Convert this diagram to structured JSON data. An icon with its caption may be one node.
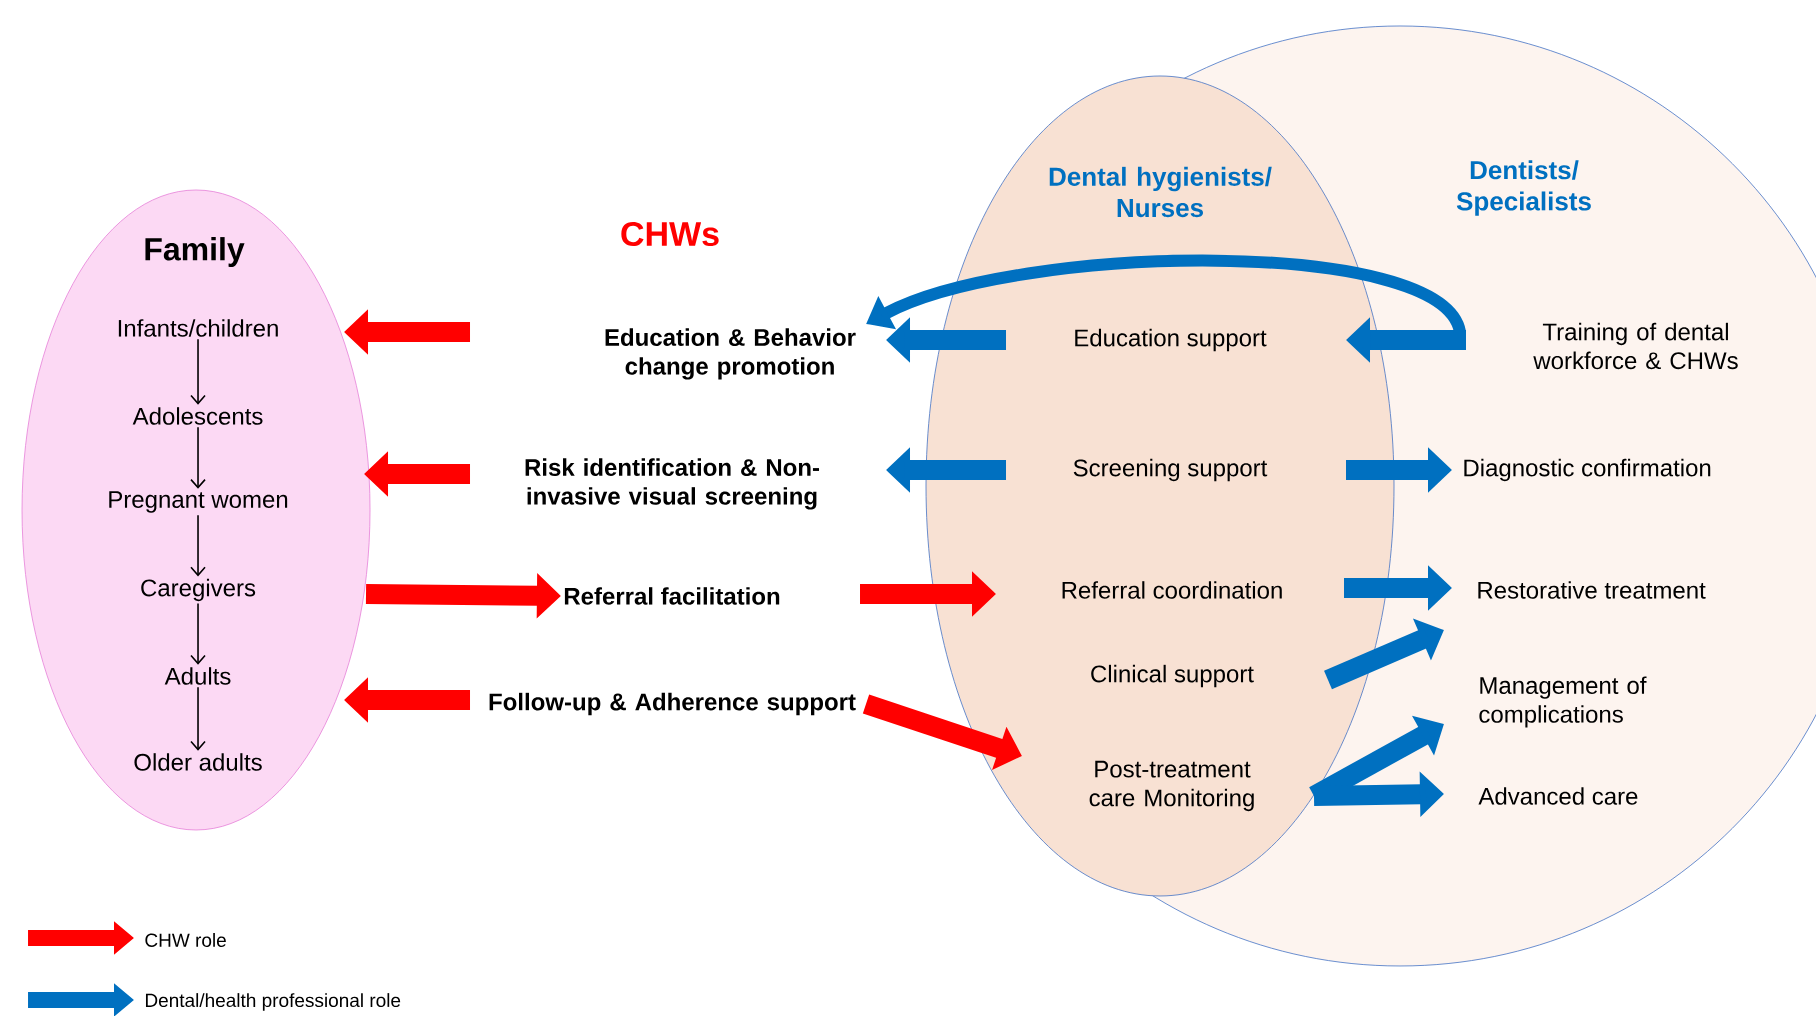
{
  "diagram": {
    "nodes": [
      {
        "text": [
          "Family"
        ]
      },
      {
        "text": [
          "Infants/children"
        ],
        "in": 0
      },
      {
        "text": [
          "Adolescents"
        ],
        "in": 0
      },
      {
        "text": [
          "Pregnant women"
        ],
        "in": 0
      },
      {
        "text": [
          "Caregivers"
        ],
        "in": 0
      },
      {
        "text": [
          "Adults"
        ],
        "in": 0
      },
      {
        "text": [
          "Older adults"
        ],
        "in": 0
      },
      {
        "text": [
          "Education & Behavior change promotion"
        ]
      },
      {
        "text": [
          "Risk identification & Non-invasive visual screening"
        ]
      },
      {
        "text": [
          "Referral facilitation"
        ]
      },
      {
        "text": [
          "Follow-up & Adherence support"
        ]
      },
      {
        "text": [
          "Dental hygienists/ Nurses"
        ],
        "in": 12
      },
      {
        "text": [
          "Dentists/ Specialists"
        ]
      },
      {
        "text": [
          "Education support"
        ],
        "in": 11
      },
      {
        "text": [
          "Screening support"
        ],
        "in": 11
      },
      {
        "text": [
          "Referral coordination"
        ],
        "in": 11
      },
      {
        "text": [
          "Clinical support"
        ],
        "in": 11
      },
      {
        "text": [
          "Post-treatment care Monitoring"
        ],
        "in": 11
      },
      {
        "text": [
          "Training of dental workforce & CHWs"
        ],
        "in": 12
      },
      {
        "text": [
          "Diagnostic confirmation"
        ],
        "in": 12
      },
      {
        "text": [
          "Restorative treatment"
        ],
        "in": 12
      },
      {
        "text": [
          "Management of complications"
        ],
        "in": 12
      },
      {
        "text": [
          "Advanced care"
        ],
        "in": 12
      }
    ],
    "edges": [
      {
        "from": 1,
        "to": 2,
        "arrow": "to",
        "color": "#000000"
      },
      {
        "from": 2,
        "to": 3,
        "arrow": "to",
        "color": "#000000"
      },
      {
        "from": 3,
        "to": 4,
        "arrow": "to",
        "color": "#000000"
      },
      {
        "from": 4,
        "to": 5,
        "arrow": "to",
        "color": "#000000"
      },
      {
        "from": 5,
        "to": 6,
        "arrow": "to",
        "color": "#000000"
      },
      {
        "from": 7,
        "to": 0,
        "arrow": "to",
        "color": "#ff0000"
      },
      {
        "from": 8,
        "to": 0,
        "arrow": "to",
        "color": "#ff0000"
      },
      {
        "from": 0,
        "to": 9,
        "arrow": "to",
        "color": "#ff0000"
      },
      {
        "from": 10,
        "to": 0,
        "arrow": "to",
        "color": "#ff0000"
      },
      {
        "from": 9,
        "to": 15,
        "arrow": "to",
        "color": "#ff0000"
      },
      {
        "from": 10,
        "to": 17,
        "arrow": "to",
        "color": "#ff0000"
      },
      {
        "from": 13,
        "to": 7,
        "arrow": "to",
        "color": "#0070c0"
      },
      {
        "from": 14,
        "to": 8,
        "arrow": "to",
        "color": "#0070c0"
      },
      {
        "from": 18,
        "to": 13,
        "arrow": "to",
        "color": "#0070c0"
      },
      {
        "from": 14,
        "to": 19,
        "arrow": "to",
        "color": "#0070c0"
      },
      {
        "from": 15,
        "to": 20,
        "arrow": "to",
        "color": "#0070c0"
      },
      {
        "from": 16,
        "to": 21,
        "arrow": "to",
        "color": "#0070c0"
      },
      {
        "from": 17,
        "to": 21,
        "arrow": "to",
        "color": "#0070c0"
      },
      {
        "from": 17,
        "to": 22,
        "arrow": "to",
        "color": "#0070c0"
      },
      {
        "from": 18,
        "to": 7,
        "arrow": "to",
        "color": "#0070c0"
      }
    ],
    "labels": [
      "CHWs"
    ],
    "legend": [
      {
        "text": "CHW role",
        "color": "#ff0000"
      },
      {
        "text": "Dental/health professional role",
        "color": "#0070c0"
      }
    ]
  }
}
